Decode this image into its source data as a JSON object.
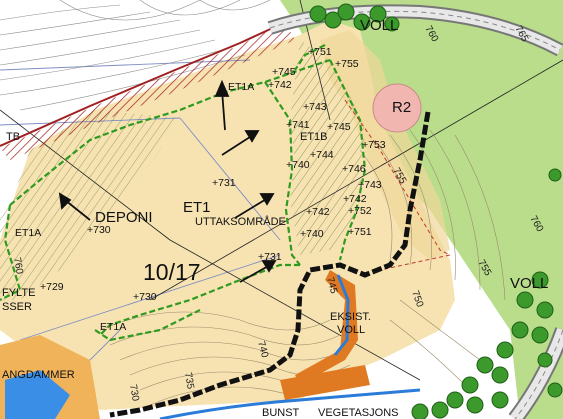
{
  "map": {
    "plan_number": "10/17",
    "zone_labels": {
      "deponi": "DEPONI",
      "et1": "ET1",
      "uttaksomrade": "UTTAKSOMRÅDE",
      "et1b": "ET1B",
      "et1a_top": "ET1A",
      "et1a_left": "ET1A",
      "et1a_bottom": "ET1A",
      "r2": "R2",
      "voll_top": "VOLL",
      "voll_right": "VOLL",
      "eksist_voll_1": "EKSIST.",
      "eksist_voll_2": "VOLL",
      "fylte_1": "FYLTE",
      "fylte_2": "SSER",
      "angdammer": "ANGDAMMER",
      "vegetasjons": "VEGETASJONS",
      "bunst": "BUNST",
      "tb": "TB"
    },
    "elevation_labels": [
      "+751",
      "+755",
      "+745",
      "+742",
      "+743",
      "+741",
      "+745",
      "+753",
      "+744",
      "+740",
      "+746",
      "+743",
      "+742",
      "+752",
      "+731",
      "+742",
      "+740",
      "+751",
      "+730",
      "+729",
      "+730",
      "+731"
    ],
    "contour_labels": [
      "760",
      "765",
      "755",
      "760",
      "755",
      "745",
      "750",
      "740",
      "730",
      "735",
      "760"
    ]
  }
}
